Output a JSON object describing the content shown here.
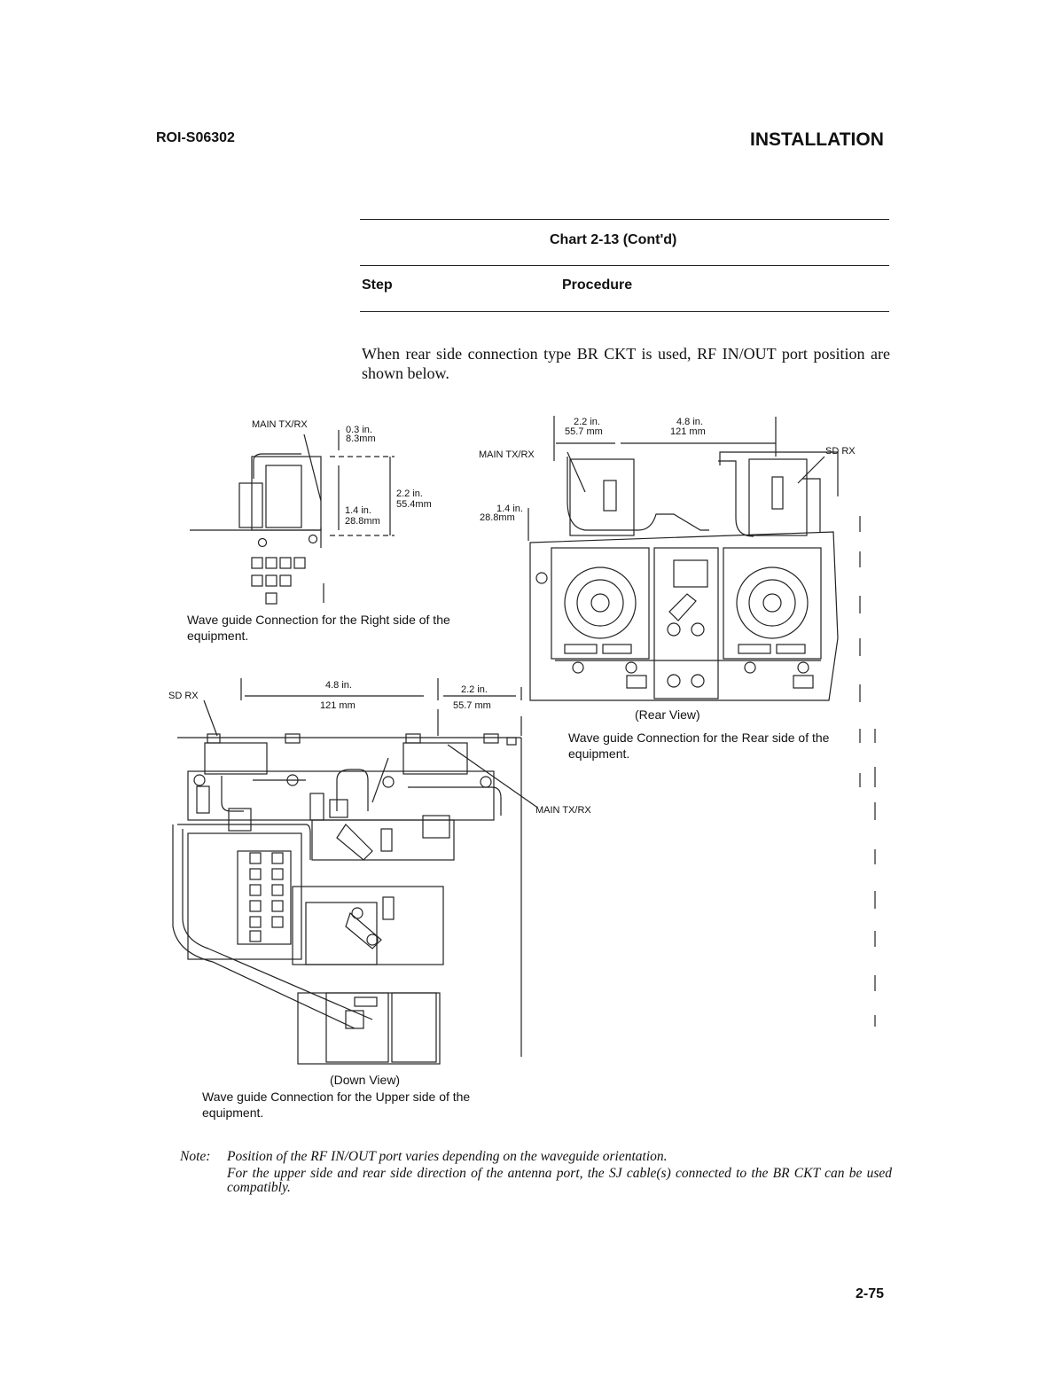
{
  "header": {
    "doc_id": "ROI-S06302",
    "section": "INSTALLATION"
  },
  "chart": {
    "title": "Chart 2-13 (Cont'd)",
    "col_step": "Step",
    "col_procedure": "Procedure"
  },
  "intro": "When rear side connection type BR CKT is used, RF IN/OUT port position are shown below.",
  "right_side": {
    "label_main": "MAIN TX/RX",
    "dim_a_in": "0.3 in.",
    "dim_a_mm": "8.3mm",
    "dim_b_in": "2.2 in.",
    "dim_b_mm": "55.4mm",
    "dim_c_in": "1.4 in.",
    "dim_c_mm": "28.8mm",
    "caption": "Wave guide Connection for the Right side of the equipment."
  },
  "rear": {
    "dim_a_in": "2.2 in.",
    "dim_a_mm": "55.7 mm",
    "dim_b_in": "4.8 in.",
    "dim_b_mm": "121 mm",
    "label_main": "MAIN TX/RX",
    "label_sd": "SD RX",
    "dim_c_in": "1.4 in.",
    "dim_c_mm": "28.8mm",
    "view": "(Rear View)",
    "caption": "Wave guide Connection for the Rear side of the equipment."
  },
  "upper": {
    "label_sd": "SD RX",
    "dim_a_in": "4.8 in.",
    "dim_a_mm": "121 mm",
    "dim_b_in": "2.2 in.",
    "dim_b_mm": "55.7 mm",
    "label_main": "MAIN TX/RX",
    "view": "(Down View)",
    "caption": "Wave guide Connection for the Upper side of the equipment."
  },
  "note": {
    "label": "Note:",
    "line1": "Position of the RF IN/OUT port varies depending on the waveguide orientation.",
    "line2": "For the upper side and rear side direction of the antenna port, the SJ cable(s) connected to the BR CKT can be used compatibly."
  },
  "page_number": "2-75"
}
